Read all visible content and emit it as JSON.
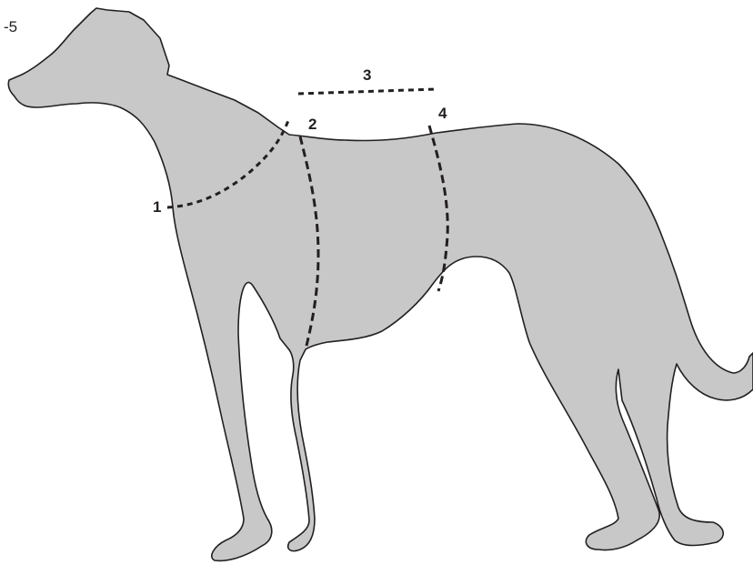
{
  "figure": {
    "corner_label": "-5",
    "measurements": [
      {
        "id": "1",
        "label": "1"
      },
      {
        "id": "2",
        "label": "2"
      },
      {
        "id": "3",
        "label": "3"
      },
      {
        "id": "4",
        "label": "4"
      }
    ]
  },
  "colors": {
    "dog_fill": "#c8c8c8",
    "outline": "#231f20"
  }
}
